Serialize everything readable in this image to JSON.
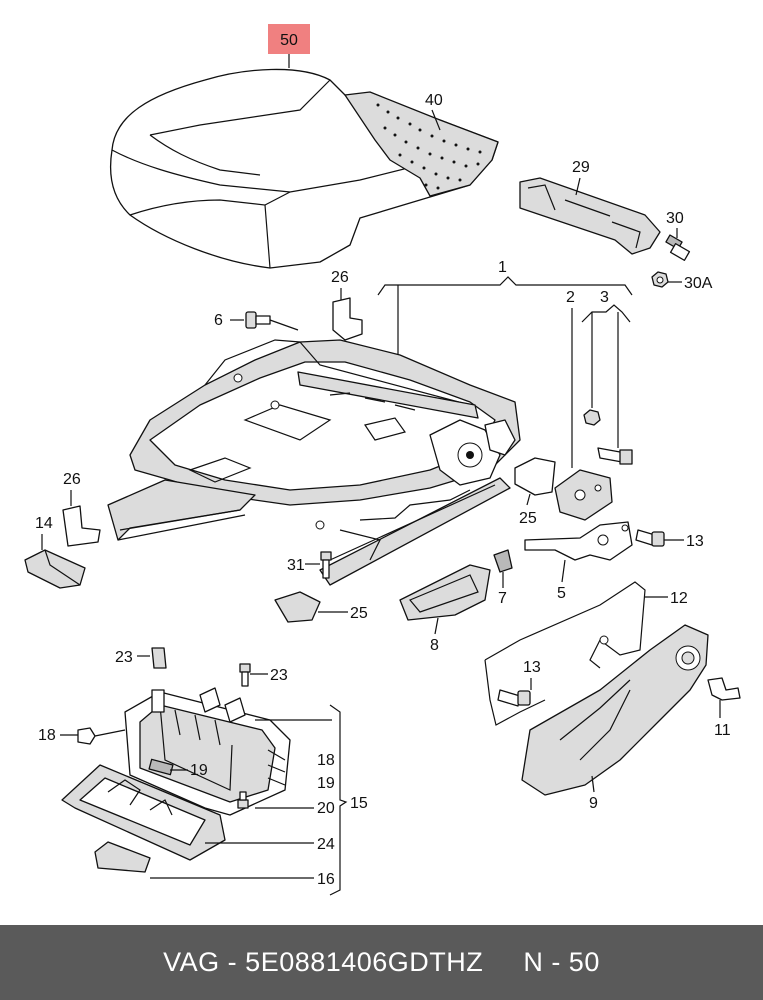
{
  "highlight_color": "#f08080",
  "highlight_label": "50",
  "labels": {
    "l40": "40",
    "l29": "29",
    "l30": "30",
    "l30a": "30A",
    "l26a": "26",
    "l1": "1",
    "l2": "2",
    "l3": "3",
    "l6": "6",
    "l26b": "26",
    "l14": "14",
    "l25a": "25",
    "l13a": "13",
    "l31": "31",
    "l7": "7",
    "l5": "5",
    "l12": "12",
    "l25b": "25",
    "l8": "8",
    "l23a": "23",
    "l23b": "23",
    "l13b": "13",
    "l11": "11",
    "l18a": "18",
    "l19a": "19",
    "l18b": "18",
    "l19b": "19",
    "l20": "20",
    "l15": "15",
    "l9": "9",
    "l24": "24",
    "l16": "16"
  },
  "footer": {
    "brand": "VAG",
    "separator": " - ",
    "part_number": "5E0881406GDTHZ",
    "position": "N - 50"
  }
}
